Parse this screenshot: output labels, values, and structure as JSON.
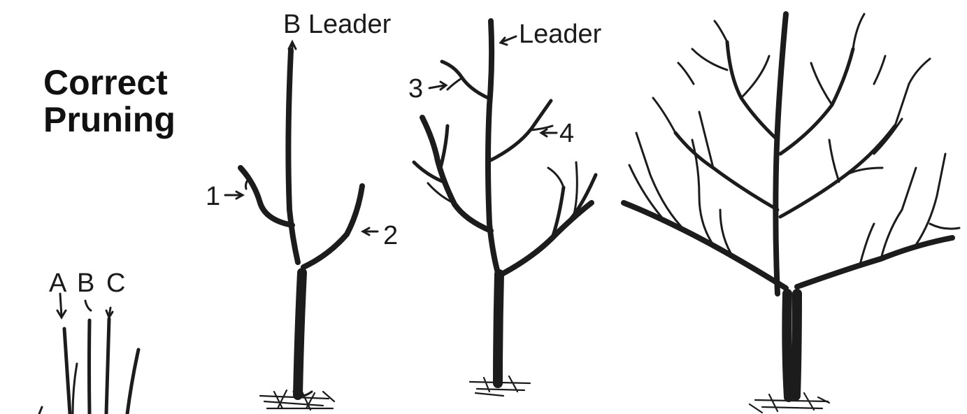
{
  "title": {
    "line1": "Correct",
    "line2": "Pruning"
  },
  "labels": {
    "whip_a": "A",
    "whip_b": "B",
    "whip_c": "C",
    "tree2_leader": "B Leader",
    "tree2_branch1": "1",
    "tree2_branch2": "2",
    "tree3_leader": "Leader",
    "tree3_branch3": "3",
    "tree3_branch4": "4"
  },
  "colors": {
    "ink": "#1c1c1c",
    "background": "#ffffff"
  }
}
